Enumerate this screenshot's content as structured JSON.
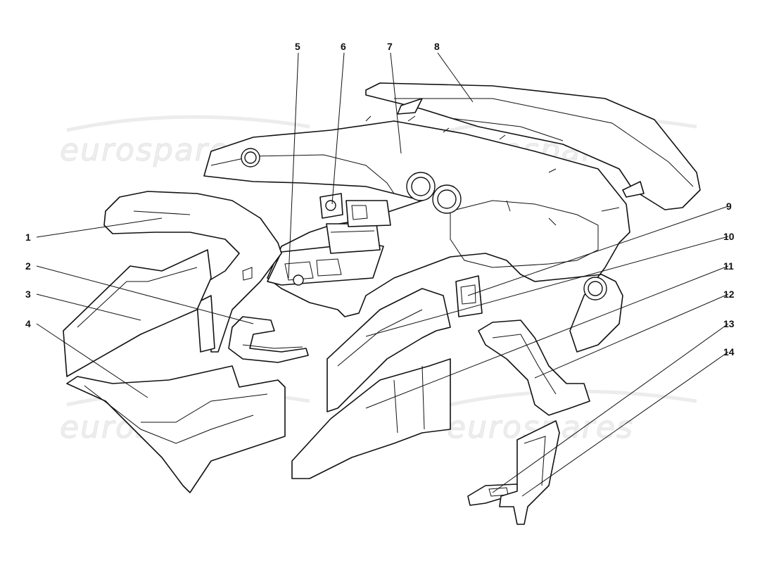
{
  "watermark": {
    "text": "eurospares"
  },
  "callouts": [
    {
      "label": "1"
    },
    {
      "label": "2"
    },
    {
      "label": "3"
    },
    {
      "label": "4"
    },
    {
      "label": "5"
    },
    {
      "label": "6"
    },
    {
      "label": "7"
    },
    {
      "label": "8"
    },
    {
      "label": "9"
    },
    {
      "label": "10"
    },
    {
      "label": "11"
    },
    {
      "label": "12"
    },
    {
      "label": "13"
    },
    {
      "label": "14"
    }
  ]
}
